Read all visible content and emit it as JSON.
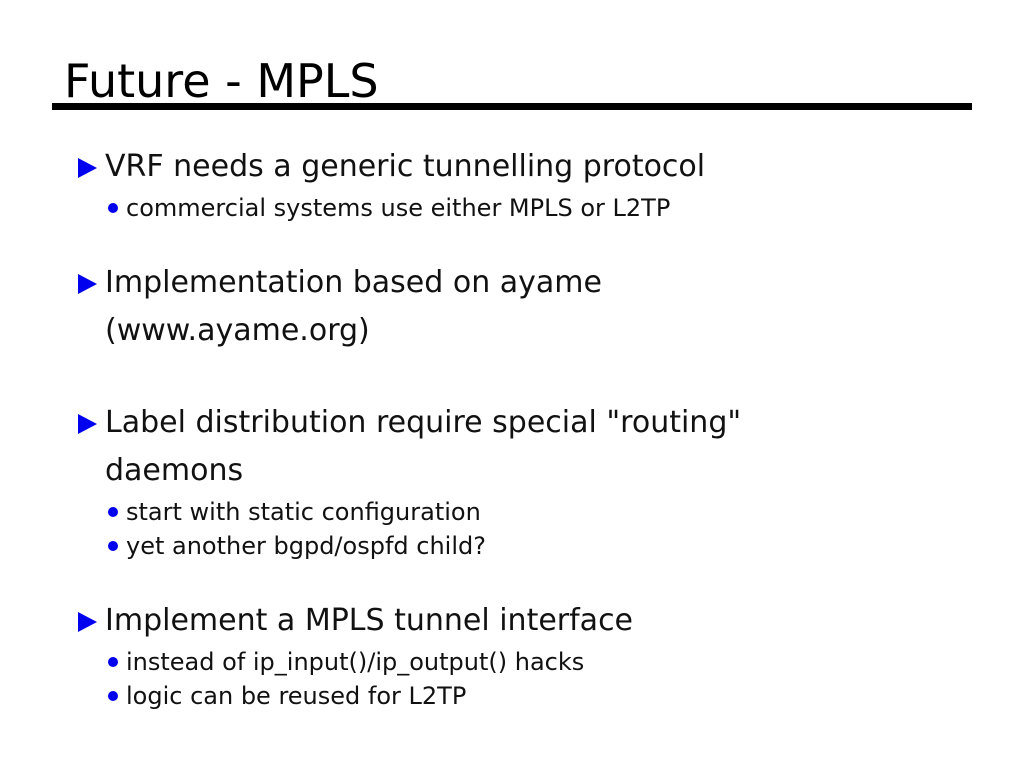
{
  "slide": {
    "title": "Future - MPLS",
    "colors": {
      "bullet_blue": "#0000ee",
      "text": "#111111",
      "title_rule": "#000000",
      "background": "#ffffff"
    },
    "markers": {
      "level1": "right-triangle-icon",
      "level2": "dot-icon"
    },
    "bullets": [
      {
        "lines": [
          "VRF needs a generic tunnelling protocol"
        ],
        "subs": [
          "commercial systems use either MPLS or L2TP"
        ]
      },
      {
        "lines": [
          "Implementation based on ayame",
          "(www.ayame.org)"
        ],
        "subs": []
      },
      {
        "lines": [
          "Label distribution require special \"routing\"",
          "daemons"
        ],
        "subs": [
          "start with static configuration",
          "yet another bgpd/ospfd child?"
        ]
      },
      {
        "lines": [
          "Implement a MPLS tunnel interface"
        ],
        "subs": [
          "instead of ip_input()/ip_output() hacks",
          "logic can be reused for L2TP"
        ]
      }
    ]
  }
}
